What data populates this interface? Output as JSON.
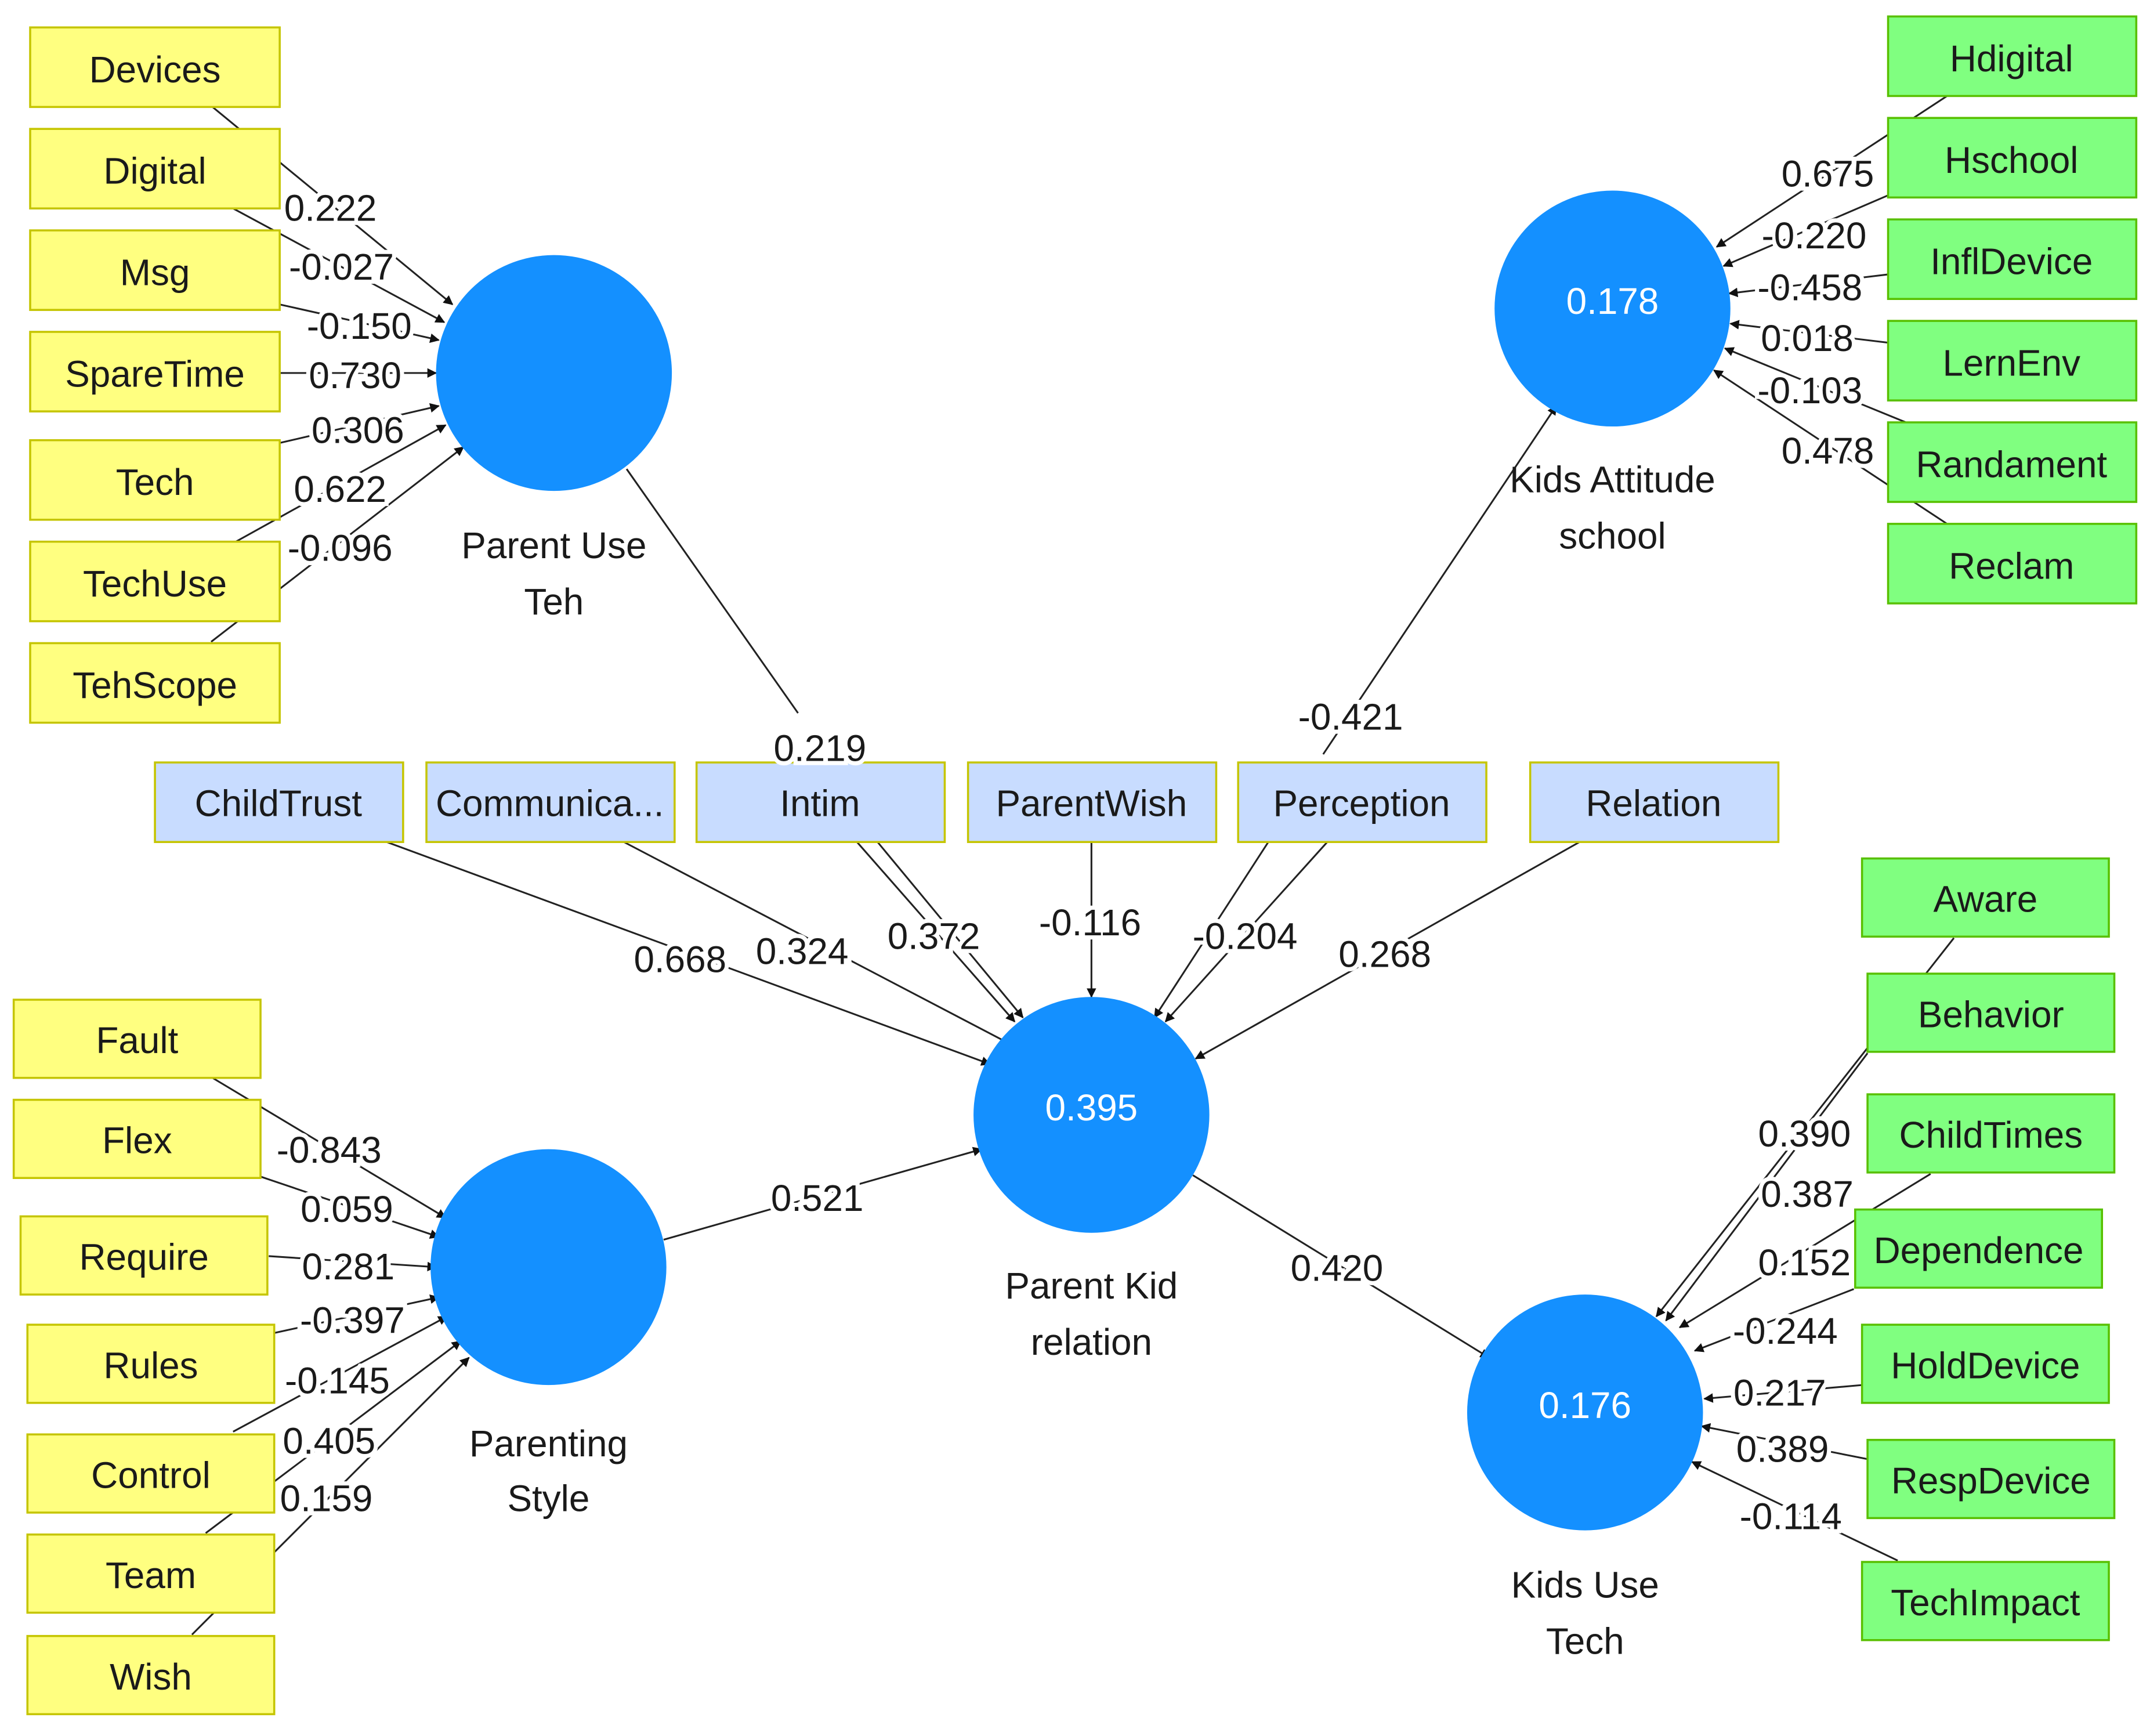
{
  "constructs": {
    "parent_use_teh": {
      "name_line1": "Parent Use",
      "name_line2": "Teh",
      "r2": ""
    },
    "kids_attitude_school": {
      "name_line1": "Kids Attitude",
      "name_line2": "school",
      "r2": "0.178"
    },
    "parent_kid_relation": {
      "name_line1": "Parent Kid",
      "name_line2": "relation",
      "r2": "0.395"
    },
    "parenting_style": {
      "name_line1": "Parenting",
      "name_line2": "Style",
      "r2": ""
    },
    "kids_use_tech": {
      "name_line1": "Kids Use",
      "name_line2": "Tech",
      "r2": "0.176"
    }
  },
  "indicators": {
    "parent_use_teh": [
      {
        "label": "Devices",
        "weight": "0.222"
      },
      {
        "label": "Digital",
        "weight": "-0.027"
      },
      {
        "label": "Msg",
        "weight": "-0.150"
      },
      {
        "label": "SpareTime",
        "weight": "0.730"
      },
      {
        "label": "Tech",
        "weight": "0.306"
      },
      {
        "label": "TechUse",
        "weight": "0.622"
      },
      {
        "label": "TehScope",
        "weight": "-0.096"
      }
    ],
    "kids_attitude_school": [
      {
        "label": "Hdigital",
        "weight": "0.675"
      },
      {
        "label": "Hschool",
        "weight": "-0.220"
      },
      {
        "label": "InflDevice",
        "weight": "-0.458"
      },
      {
        "label": "LernEnv",
        "weight": "0.018"
      },
      {
        "label": "Randament",
        "weight": "-0.103"
      },
      {
        "label": "Reclam",
        "weight": "0.478"
      }
    ],
    "parent_kid_relation": [
      {
        "label": "ChildTrust",
        "weight": "0.668"
      },
      {
        "label": "Communica...",
        "weight": "0.324"
      },
      {
        "label": "Intim",
        "weight": "0.372"
      },
      {
        "label": "ParentWish",
        "weight": "-0.116"
      },
      {
        "label": "Perception",
        "weight": "-0.204"
      },
      {
        "label": "Relation",
        "weight": "0.268"
      }
    ],
    "parenting_style": [
      {
        "label": "Fault",
        "weight": "-0.843"
      },
      {
        "label": "Flex",
        "weight": "0.059"
      },
      {
        "label": "Require",
        "weight": "0.281"
      },
      {
        "label": "Rules",
        "weight": "-0.397"
      },
      {
        "label": "Control",
        "weight": "-0.145"
      },
      {
        "label": "Team",
        "weight": "0.405"
      },
      {
        "label": "Wish",
        "weight": "0.159"
      }
    ],
    "kids_use_tech": [
      {
        "label": "Aware",
        "weight": "0.390"
      },
      {
        "label": "Behavior",
        "weight": "0.387"
      },
      {
        "label": "ChildTimes",
        "weight": "0.152"
      },
      {
        "label": "Dependence",
        "weight": "-0.244"
      },
      {
        "label": "HoldDevice",
        "weight": "0.217"
      },
      {
        "label": "RespDevice",
        "weight": "0.389"
      },
      {
        "label": "TechImpact",
        "weight": "-0.114"
      }
    ]
  },
  "paths": [
    {
      "from": "Parent Use Teh",
      "to": "Parent Kid relation",
      "coef": "0.219"
    },
    {
      "from": "Parent Kid relation",
      "to": "Kids Attitude school",
      "coef": "-0.421"
    },
    {
      "from": "Parenting Style",
      "to": "Parent Kid relation",
      "coef": "0.521"
    },
    {
      "from": "Parent Kid relation",
      "to": "Kids Use Tech",
      "coef": "0.420"
    }
  ],
  "colors": {
    "latent": "#1490ff",
    "indicator_yellow": "#ffff80",
    "indicator_green": "#80ff80",
    "indicator_blue": "#c8dcff"
  }
}
